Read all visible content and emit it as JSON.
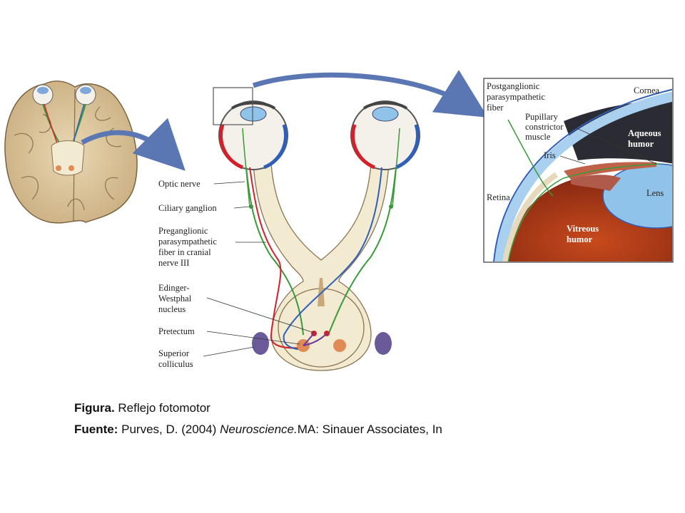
{
  "labels": {
    "optic_nerve": "Optic nerve",
    "ciliary_ganglion": "Ciliary ganglion",
    "preganglionic": [
      "Preganglionic",
      "parasympathetic",
      "fiber in cranial",
      "nerve III"
    ],
    "edinger": [
      "Edinger-",
      "Westphal",
      "nucleus"
    ],
    "pretectum": "Pretectum",
    "superior_colliculus": [
      "Superior",
      "colliculus"
    ],
    "postganglionic": [
      "Postganglionic",
      "parasympathetic",
      "fiber"
    ],
    "pupillary": [
      "Pupillary",
      "constrictor",
      "muscle"
    ],
    "cornea": "Cornea",
    "aqueous": [
      "Aqueous",
      "humor"
    ],
    "iris": "Iris",
    "lens": "Lens",
    "retina": "Retina",
    "vitreous": [
      "Vitreous",
      "humor"
    ]
  },
  "caption": {
    "figure_label": "Figura.",
    "figure_text": " Reflejo fotomotor",
    "source_label": "Fuente:",
    "source_text_1": " Purves, D. (2004) ",
    "source_title": "Neuroscience.",
    "source_text_2": "MA: Sinauer Associates, In"
  },
  "colors": {
    "brain_tan": "#e2cfa6",
    "brain_outline": "#8a7350",
    "pathway_cream": "#f3ead2",
    "nerve_green": "#3a9a3a",
    "nerve_red": "#d4202a",
    "nerve_blue": "#2f5fb8",
    "arrow_blue": "#5a77b4",
    "colliculus_purple": "#6a5a9a",
    "pretectum_orange": "#e08a55",
    "vitreous_red": "#b03418",
    "lens_blue": "#8fc3ea"
  }
}
